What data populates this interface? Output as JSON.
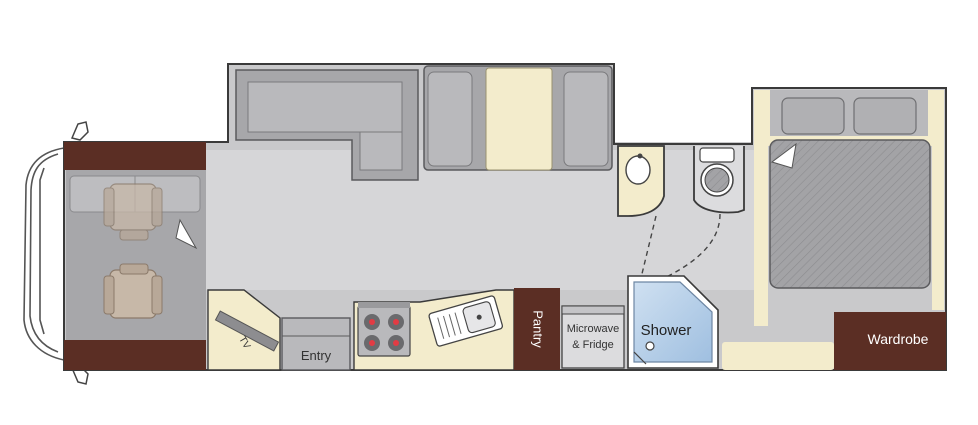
{
  "floorplan": {
    "labels": {
      "pantry": "Pantry",
      "microwave_line1": "Microwave",
      "microwave_line2": "& Fridge",
      "shower": "Shower",
      "wardrobe": "Wardrobe",
      "entry": "Entry",
      "tv": "TV"
    },
    "colors": {
      "floor": "#c9c9cb",
      "wall": "#3a3a3a",
      "furniture_gray": "#a7a7aa",
      "cushion_gray": "#b9b9bc",
      "cream": "#f3eccc",
      "brown": "#5b2e24",
      "shower_blue": "#b5cde6",
      "white": "#ffffff"
    }
  }
}
